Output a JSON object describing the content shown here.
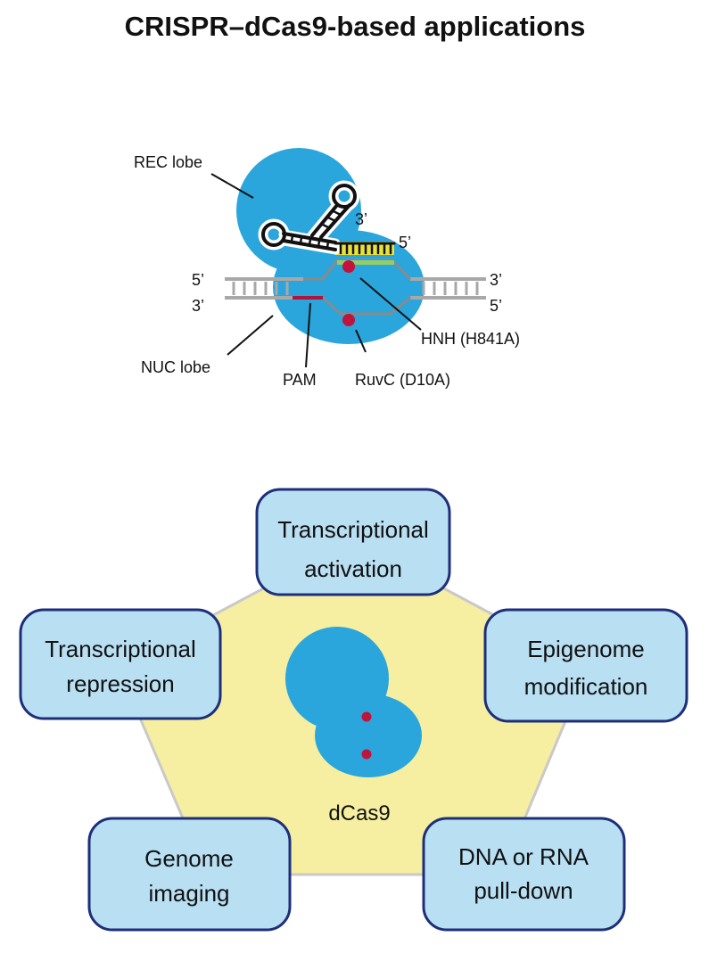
{
  "title": "CRISPR–dCas9-based applications",
  "schematic": {
    "rec_lobe": "REC lobe",
    "nuc_lobe": "NUC lobe",
    "pam": "PAM",
    "hnh": "HNH (H841A)",
    "ruvc": "RuvC (D10A)",
    "rna_3prime": "3’",
    "rna_5prime": "5’",
    "dna_top_left": "5’",
    "dna_bottom_left": "3’",
    "dna_top_right": "3’",
    "dna_bottom_right": "5’"
  },
  "applications": {
    "center_label": "dCas9",
    "boxes": [
      {
        "id": "activation",
        "line1": "Transcriptional",
        "line2": "activation"
      },
      {
        "id": "repression",
        "line1": "Transcriptional",
        "line2": "repression"
      },
      {
        "id": "epigenome",
        "line1": "Epigenome",
        "line2": "modification"
      },
      {
        "id": "imaging",
        "line1": "Genome",
        "line2": "imaging"
      },
      {
        "id": "pulldown",
        "line1": "DNA or RNA",
        "line2": "pull-down"
      }
    ]
  },
  "colors": {
    "cas9_blue": "#2aa6dc",
    "pentagon_yellow": "#f6eea0",
    "box_fill": "#b9dff2",
    "box_stroke": "#1e2f7a",
    "catalytic_red": "#c0143c",
    "pam_red": "#b3123a",
    "guide_yellow": "#e9e23c",
    "guide_green": "#8ed06a",
    "dna_gray": "#a8a8a8"
  }
}
